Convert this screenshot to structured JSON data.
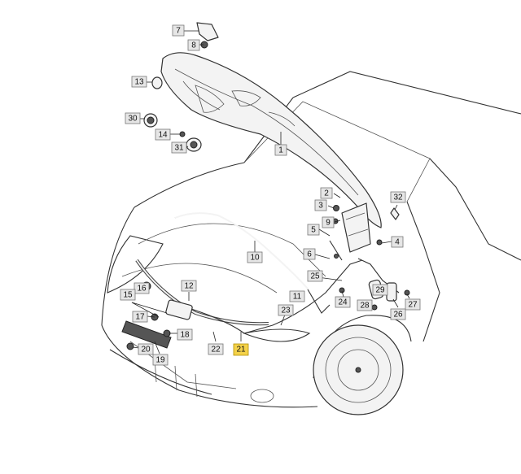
{
  "highlight_color": "#f4d24a",
  "highlighted_callout": "21",
  "callouts": {
    "c1": "1",
    "c2": "2",
    "c3": "3",
    "c4": "4",
    "c5": "5",
    "c6": "6",
    "c7": "7",
    "c8": "8",
    "c9": "9",
    "c10": "10",
    "c11": "11",
    "c12": "12",
    "c13": "13",
    "c14": "14",
    "c15": "15",
    "c16": "16",
    "c17": "17",
    "c18": "18",
    "c19": "19",
    "c20": "20",
    "c21": "21",
    "c22": "22",
    "c23": "23",
    "c24": "24",
    "c25": "25",
    "c26": "26",
    "c27": "27",
    "c28": "28",
    "c29": "29",
    "c30": "30",
    "c31": "31",
    "c32": "32"
  }
}
